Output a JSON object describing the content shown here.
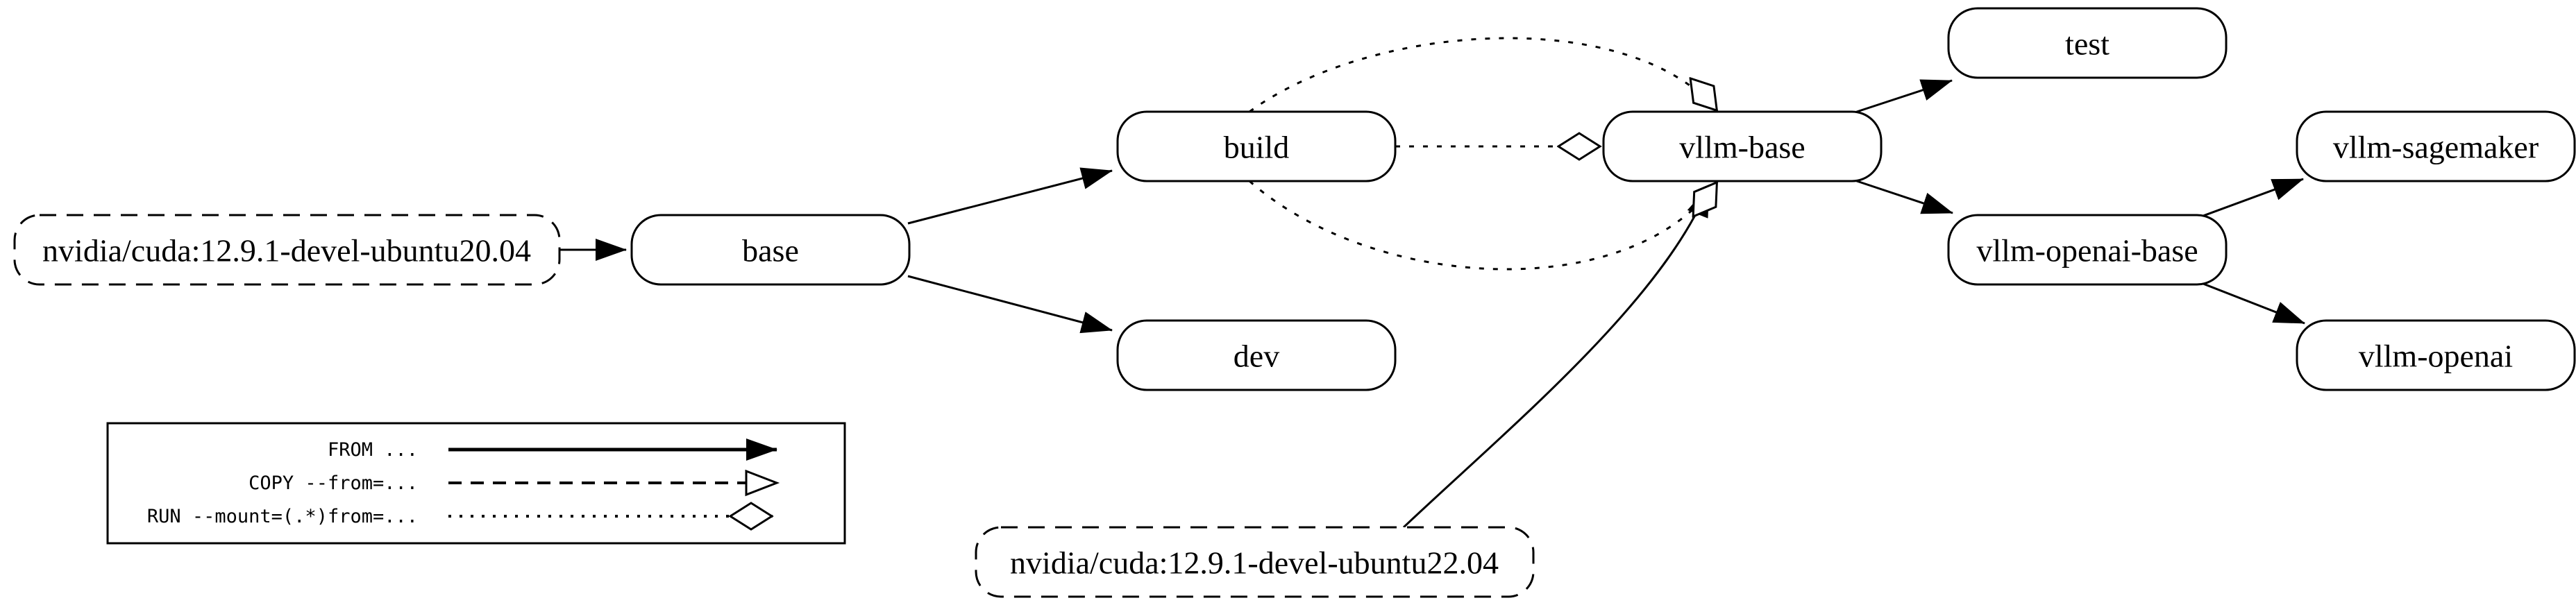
{
  "colors": {
    "background": "#ffffff",
    "node_fill": "#ffffff",
    "node_stroke": "#000000",
    "edge_color": "#000000",
    "text_color": "#000000",
    "highlight_node_fill": "#e8e8e8"
  },
  "nodes": {
    "cuda_ubuntu2004": {
      "label": "nvidia/cuda:12.9.1-devel-ubuntu20.04",
      "shape": "dashed-rounded-box"
    },
    "base": {
      "label": "base"
    },
    "build": {
      "label": "build"
    },
    "dev": {
      "label": "dev"
    },
    "vllm_base": {
      "label": "vllm-base"
    },
    "test": {
      "label": "test"
    },
    "vllm_openai_base": {
      "label": "vllm-openai-base"
    },
    "vllm_sagemaker": {
      "label": "vllm-sagemaker"
    },
    "vllm_openai": {
      "label": "vllm-openai",
      "fill": "#e8e8e8"
    },
    "cuda_ubuntu2204": {
      "label": "nvidia/cuda:12.9.1-devel-ubuntu22.04",
      "shape": "dashed-rounded-box"
    }
  },
  "edges": [
    {
      "from": "nvidia/cuda:12.9.1-devel-ubuntu20.04",
      "to": "base",
      "type": "FROM ...",
      "style": "solid",
      "arrowhead": "filled-arrow"
    },
    {
      "from": "base",
      "to": "build",
      "type": "FROM ...",
      "style": "solid",
      "arrowhead": "filled-arrow"
    },
    {
      "from": "base",
      "to": "dev",
      "type": "FROM ...",
      "style": "solid",
      "arrowhead": "filled-arrow"
    },
    {
      "from": "build",
      "to": "vllm-base",
      "type": "RUN --mount=(.*)from=...",
      "style": "dotted",
      "arrowhead": "open-diamond",
      "route": "straight"
    },
    {
      "from": "build",
      "to": "vllm-base",
      "type": "RUN --mount=(.*)from=...",
      "style": "dotted",
      "arrowhead": "open-diamond",
      "route": "arc-above"
    },
    {
      "from": "build",
      "to": "vllm-base",
      "type": "RUN --mount=(.*)from=...",
      "style": "dotted",
      "arrowhead": "open-diamond",
      "route": "arc-below"
    },
    {
      "from": "nvidia/cuda:12.9.1-devel-ubuntu22.04",
      "to": "vllm-base",
      "type": "FROM ...",
      "style": "solid",
      "arrowhead": "filled-arrow"
    },
    {
      "from": "vllm-base",
      "to": "test",
      "type": "FROM ...",
      "style": "solid",
      "arrowhead": "filled-arrow"
    },
    {
      "from": "vllm-base",
      "to": "vllm-openai-base",
      "type": "FROM ...",
      "style": "solid",
      "arrowhead": "filled-arrow"
    },
    {
      "from": "vllm-openai-base",
      "to": "vllm-sagemaker",
      "type": "FROM ...",
      "style": "solid",
      "arrowhead": "filled-arrow"
    },
    {
      "from": "vllm-openai-base",
      "to": "vllm-openai",
      "type": "FROM ...",
      "style": "solid",
      "arrowhead": "filled-arrow"
    }
  ],
  "legend": {
    "items": [
      {
        "label": "FROM ...",
        "line_style": "solid",
        "arrowhead": "filled-arrow"
      },
      {
        "label": "COPY --from=...",
        "line_style": "dashed",
        "arrowhead": "open-triangle"
      },
      {
        "label": "RUN --mount=(.*)from=...",
        "line_style": "dotted",
        "arrowhead": "open-diamond"
      }
    ]
  }
}
